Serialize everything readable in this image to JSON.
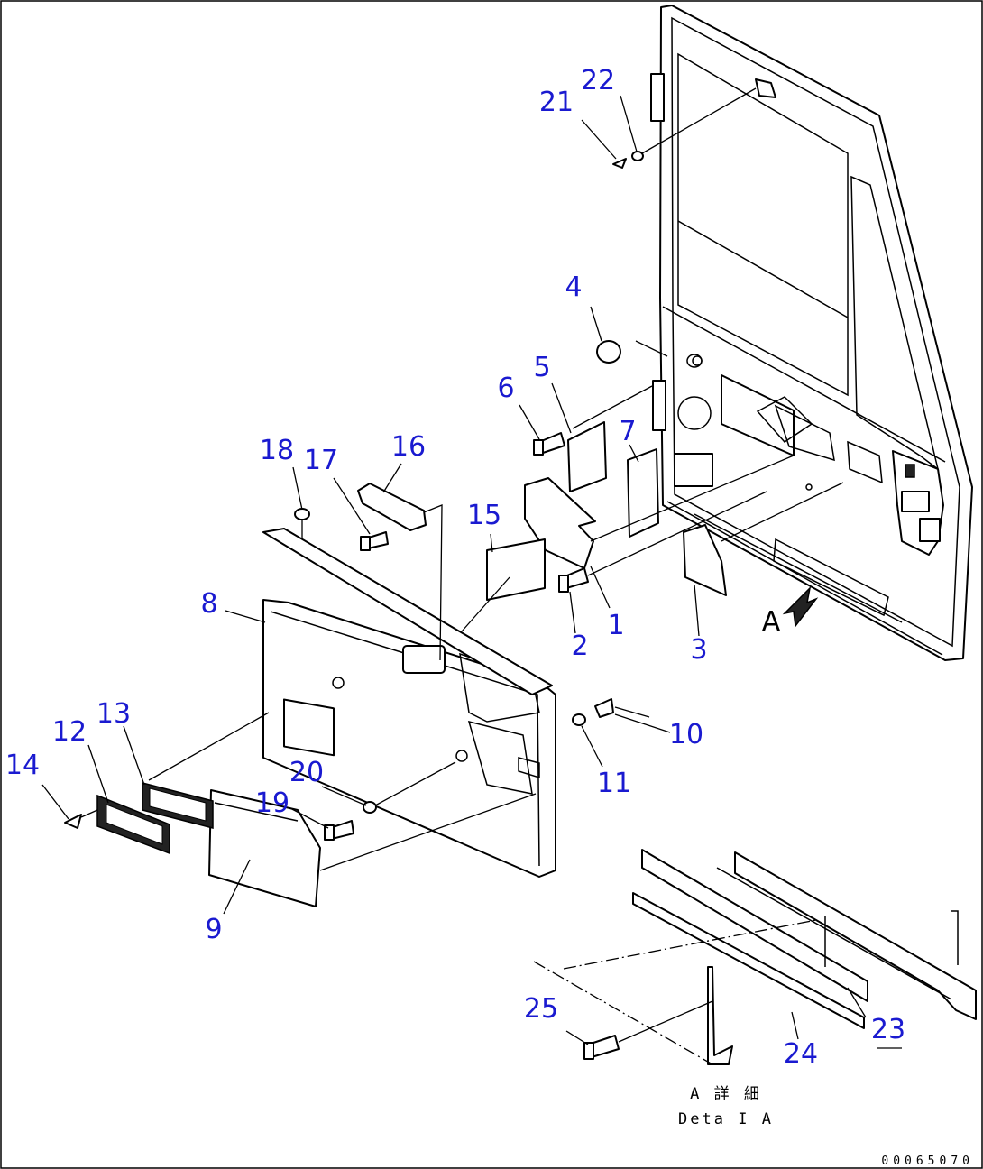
{
  "callouts": [
    "1",
    "2",
    "3",
    "4",
    "5",
    "6",
    "7",
    "8",
    "9",
    "10",
    "11",
    "12",
    "13",
    "14",
    "15",
    "16",
    "17",
    "18",
    "19",
    "20",
    "21",
    "22",
    "23",
    "24",
    "25"
  ],
  "view_arrow_label": "A",
  "detail_note": {
    "line1": "A 詳 細",
    "line2": "Deta I A"
  },
  "document_number": "00065070"
}
